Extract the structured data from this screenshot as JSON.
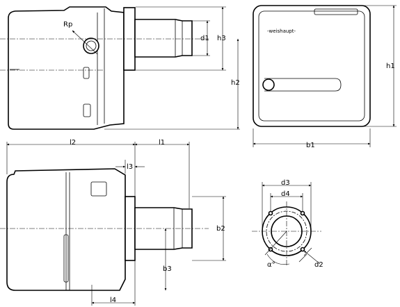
{
  "labels": {
    "rp": "Rp",
    "d1": "d1",
    "h3": "h3",
    "h2": "h2",
    "h1": "h1",
    "b1": "b1",
    "l2": "l2",
    "l1": "l1",
    "l3": "l3",
    "l4": "l4",
    "b2": "b2",
    "b3": "b3",
    "d3": "d3",
    "d4": "d4",
    "d2": "d2",
    "alpha": "α°"
  },
  "brand": "-weishaupt-"
}
